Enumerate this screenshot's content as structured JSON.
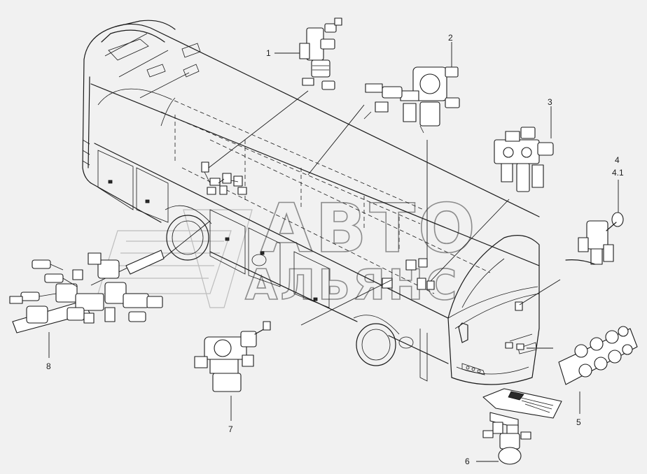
{
  "callouts": [
    "1",
    "2",
    "3",
    "4",
    "4.1",
    "5",
    "6",
    "7",
    "8"
  ],
  "watermark": {
    "line1": "АВТО",
    "line2": "АЛЬЯНС"
  },
  "colors": {
    "background": "#f1f1f1",
    "line": "#1a1a1a",
    "watermark": "#8c8c8c"
  }
}
